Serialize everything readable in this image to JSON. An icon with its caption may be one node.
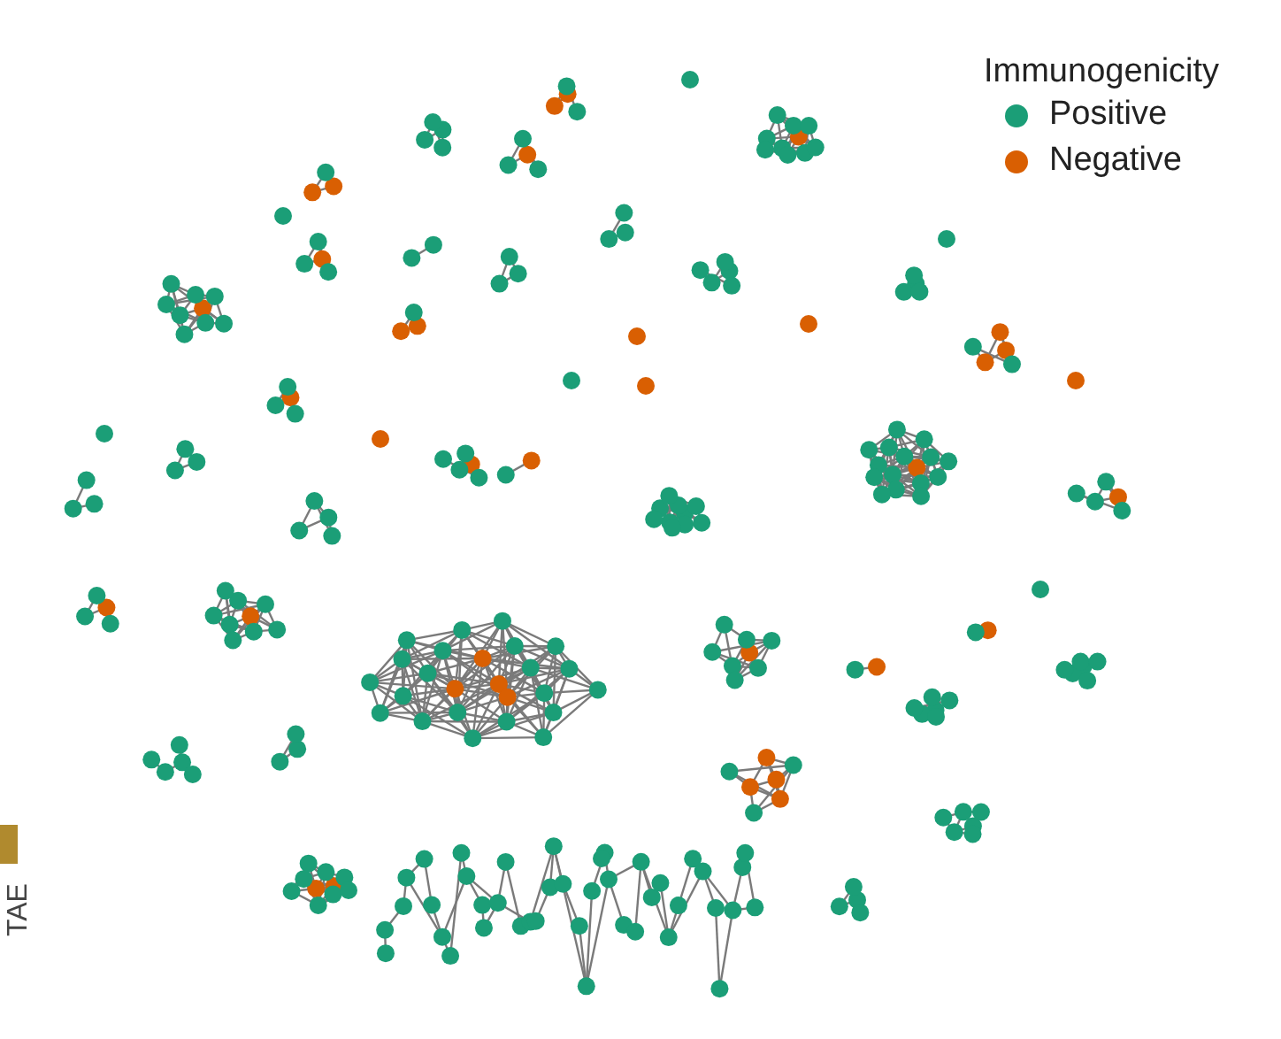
{
  "diagram": {
    "labels": [
      "Immunogenicity",
      "TAE"
    ],
    "legend": [
      {
        "text": "Positive",
        "color": "#1b9e77"
      },
      {
        "text": "Negative",
        "color": "#d95f02"
      }
    ]
  }
}
